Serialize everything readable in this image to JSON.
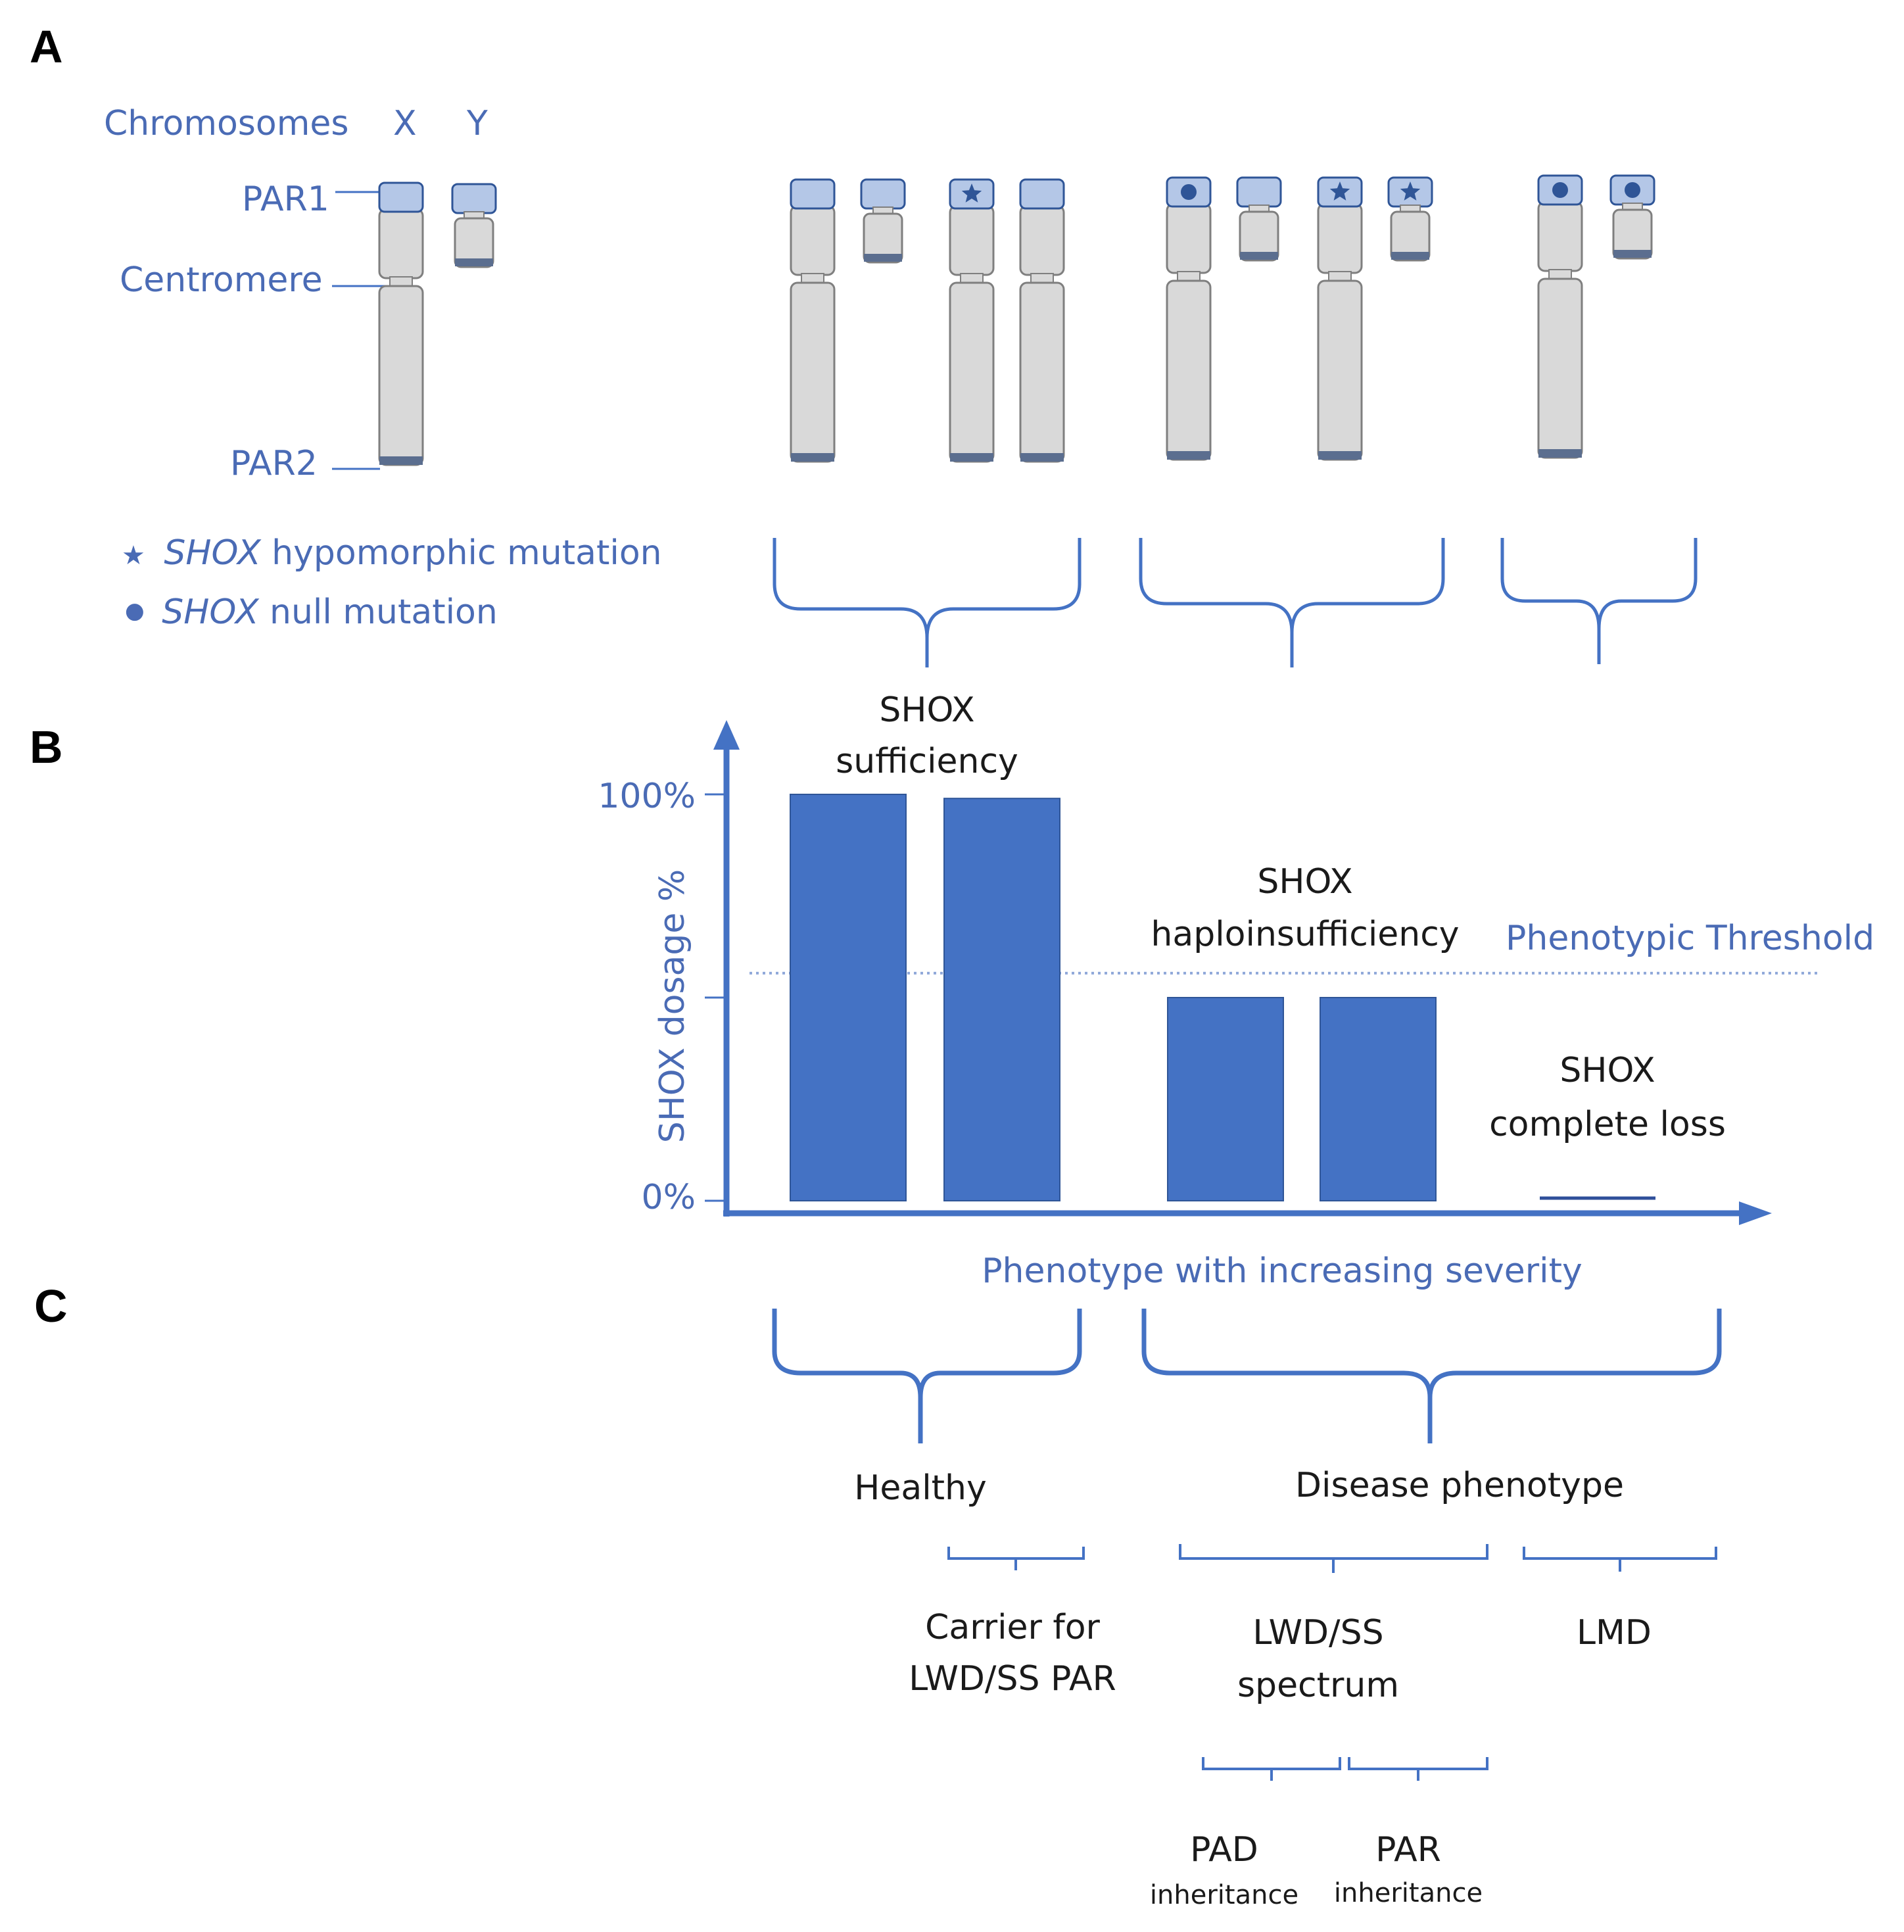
{
  "panels": {
    "a": "A",
    "b": "B",
    "c": "C"
  },
  "panel_a": {
    "header": {
      "label": "Chromosomes",
      "x": "X",
      "y": "Y"
    },
    "labels": {
      "par1": "PAR1",
      "centromere": "Centromere",
      "par2": "PAR2"
    },
    "legend": {
      "hypomorphic_symbol": "★",
      "hypomorphic_gene": "SHOX",
      "hypomorphic_text": " hypomorphic mutation",
      "null_symbol": "●",
      "null_gene": "SHOX",
      "null_text": " null mutation"
    },
    "karyotypes": [
      {
        "x_mark": "none",
        "y_mark": "none"
      },
      {
        "x_mark": "none",
        "partner": "Y",
        "partner_mark": "none"
      },
      {
        "x_mark": "star",
        "partner": "X",
        "partner_mark": "none"
      },
      {
        "x_mark": "dot",
        "partner": "Y",
        "partner_mark": "none"
      },
      {
        "x_mark": "star",
        "partner": "Y",
        "partner_mark": "star"
      },
      {
        "x_mark": "dot",
        "partner": "Y",
        "partner_mark": "dot"
      }
    ]
  },
  "chart_data": {
    "type": "bar",
    "ylabel": "SHOX dosage %",
    "xlabel": "Phenotype with increasing severity",
    "y_ticks": [
      "100%",
      "0%"
    ],
    "ylim": [
      0,
      100
    ],
    "values": [
      100,
      99,
      50,
      50,
      1
    ],
    "threshold": {
      "label": "Phenotypic Threshold",
      "value": 56
    },
    "groups": [
      {
        "line1": "SHOX",
        "line2": "sufficiency"
      },
      {
        "line1": "SHOX",
        "line2": "haploinsufficiency"
      },
      {
        "line1": "SHOX",
        "line2": "complete loss"
      }
    ],
    "colors": {
      "bar": "#4472c4",
      "axis": "#4472c4",
      "threshold": "#8fa8d9"
    }
  },
  "panel_c": {
    "healthy": "Healthy",
    "disease": "Disease phenotype",
    "carrier_line1": "Carrier for",
    "carrier_line2": "LWD/SS PAR",
    "spectrum_line1": "LWD/SS",
    "spectrum_line2": "spectrum",
    "lmd": "LMD",
    "pad": "PAD",
    "pad_sub": "inheritance",
    "par": "PAR",
    "par_sub": "inheritance"
  },
  "colors": {
    "brace": "#4472c4",
    "chrom_fill": "#d9d9d9",
    "chrom_stroke": "#7f7f7f",
    "par_fill": "#b4c7e7",
    "par_stroke": "#2f5597",
    "text_blue": "#4a6bb5"
  }
}
